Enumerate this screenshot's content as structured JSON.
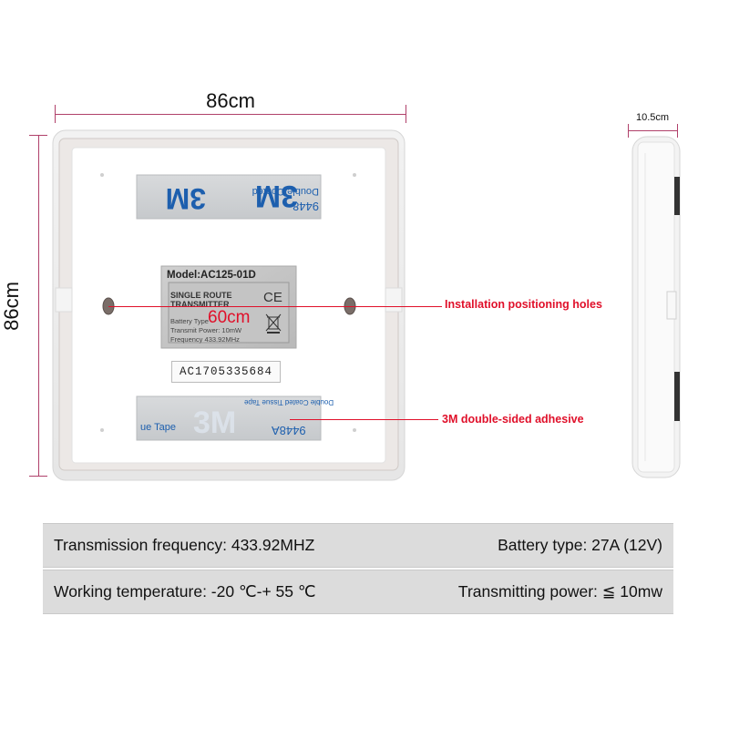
{
  "dimensions": {
    "width_label": "86cm",
    "height_label": "86cm",
    "depth_label": "10.5cm",
    "hole_spacing_label": "60cm"
  },
  "label_plate": {
    "model": "Model:AC125-01D",
    "line1": "SINGLE ROUTE",
    "line2": "TRANSMITTER",
    "battery": "Battery Type",
    "power": "Transmit Power: 10mW",
    "frequency": "Frequency 433.92MHz",
    "ce": "CE"
  },
  "serial": "AC1705335684",
  "tape": {
    "brand": "3M",
    "code_top": "9448",
    "text_top": "Double Coated",
    "code_bottom": "9448A",
    "text_bottom": "Double Coated Tissue Tape",
    "text_bottom_left": "ue Tape"
  },
  "callouts": {
    "holes": "Installation positioning holes",
    "adhesive": "3M double-sided adhesive"
  },
  "specs": [
    {
      "left": "Transmission frequency: 433.92MHZ",
      "right": "Battery type: 27A (12V)"
    },
    {
      "left": "Working temperature: -20 ℃-+ 55 ℃",
      "right": "Transmitting power: ≦ 10mw"
    }
  ],
  "colors": {
    "dimension_line": "#b0406a",
    "callout_text": "#e0102a",
    "spec_background": "#dcdcdc"
  }
}
